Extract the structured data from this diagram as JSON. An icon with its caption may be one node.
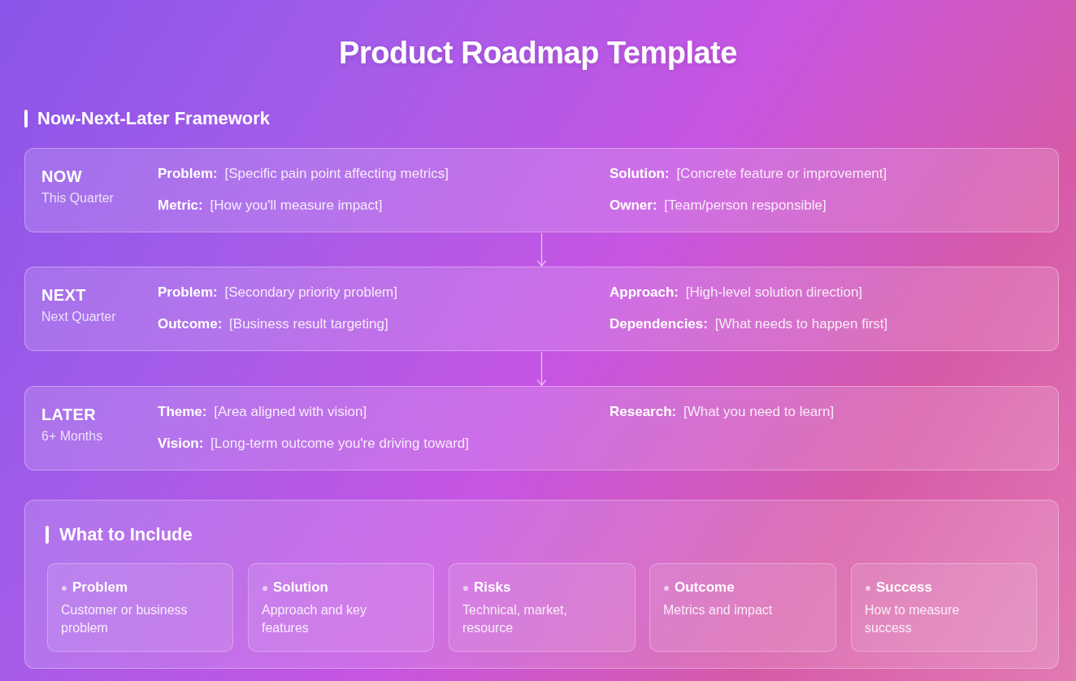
{
  "diagram": {
    "title": "Product Roadmap Template",
    "nodes": [
      {
        "text": [
          "NOW",
          "This Quarter",
          "**Problem:** [Specific pain point affecting metrics]",
          "**Solution:** [Concrete feature or improvement]",
          "**Metric:** [How you'll measure impact]",
          "**Owner:** [Team/person responsible]"
        ]
      },
      {
        "text": [
          "NEXT",
          "Next Quarter",
          "**Problem:** [Secondary priority problem]",
          "**Approach:** [High-level solution direction]",
          "**Outcome:** [Business result targeting]",
          "**Dependencies:** [What needs to happen first]"
        ]
      },
      {
        "text": [
          "LATER",
          "6+ Months",
          "**Theme:** [Area aligned with vision]",
          "**Research:** [What you need to learn]",
          "**Vision:** [Long-term outcome you're driving toward]"
        ]
      },
      {
        "text": [
          "What to Include"
        ]
      },
      {
        "text": [
          "Problem",
          "Customer or business problem"
        ],
        "in": 3
      },
      {
        "text": [
          "Solution",
          "Approach and key features"
        ],
        "in": 3
      },
      {
        "text": [
          "Risks",
          "Technical, market, resource"
        ],
        "in": 3
      },
      {
        "text": [
          "Outcome",
          "Metrics and impact"
        ],
        "in": 3
      },
      {
        "text": [
          "Success",
          "How to measure success"
        ],
        "in": 3
      }
    ],
    "edges": [
      {
        "from": 0,
        "to": 1,
        "arrow": "to"
      },
      {
        "from": 1,
        "to": 2,
        "arrow": "to"
      }
    ],
    "labels": [
      "Now-Next-Later Framework"
    ]
  }
}
